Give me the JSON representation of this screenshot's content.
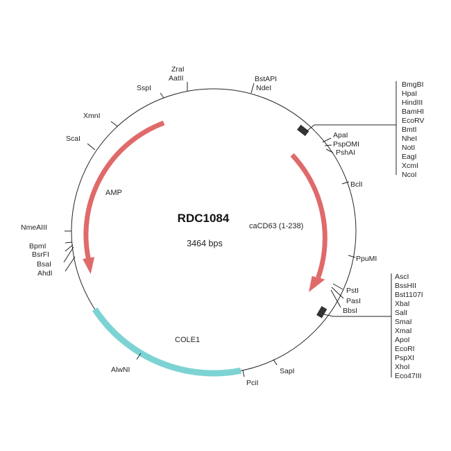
{
  "plasmid": {
    "name": "RDC1084",
    "size_label": "3464 bps"
  },
  "features": [
    {
      "id": "amp",
      "label": "AMP",
      "color": "#e06a6a"
    },
    {
      "id": "cacd63",
      "label": "caCD63 (1-238)",
      "color": "#e06a6a"
    },
    {
      "id": "cole1",
      "label": "COLE1",
      "color": "#7dd3d3"
    }
  ],
  "sites": {
    "zrai": "ZraI",
    "aatii": "AatII",
    "sspi": "SspI",
    "bstapi": "BstAPI",
    "ndei": "NdeI",
    "xmni": "XmnI",
    "scai": "ScaI",
    "apai": "ApaI",
    "pspomi": "PspOMI",
    "pshai": "PshAI",
    "bcli": "BclI",
    "nmeaiii": "NmeAIII",
    "bpmi": "BpmI",
    "bsrfi": "BsrFI",
    "bsai": "BsaI",
    "ahdi": "AhdI",
    "ppumi": "PpuMI",
    "psti": "PstI",
    "pasi": "PasI",
    "bbsi": "BbsI",
    "alwni": "AlwNI",
    "pcii": "PciI",
    "sapi": "SapI"
  },
  "mcs_upper": [
    "BmgBI",
    "HpaI",
    "HindIII",
    "BamHI",
    "EcoRV",
    "BmtI",
    "NheI",
    "NotI",
    "EagI",
    "XcmI",
    "NcoI"
  ],
  "mcs_lower": [
    "AscI",
    "BssHII",
    "Bst1107I",
    "XbaI",
    "SalI",
    "SmaI",
    "XmaI",
    "ApoI",
    "EcoRI",
    "PspXI",
    "XhoI",
    "Eco47III"
  ]
}
